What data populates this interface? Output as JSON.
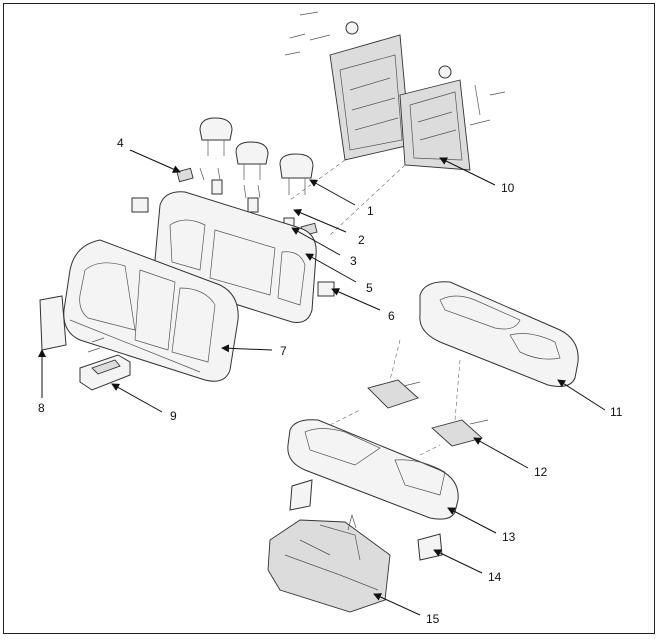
{
  "diagram": {
    "callouts": [
      {
        "id": "c1",
        "label": "1"
      },
      {
        "id": "c2",
        "label": "2"
      },
      {
        "id": "c3",
        "label": "3"
      },
      {
        "id": "c4",
        "label": "4"
      },
      {
        "id": "c5",
        "label": "5"
      },
      {
        "id": "c6",
        "label": "6"
      },
      {
        "id": "c7",
        "label": "7"
      },
      {
        "id": "c8",
        "label": "8"
      },
      {
        "id": "c9",
        "label": "9"
      },
      {
        "id": "c10",
        "label": "10"
      },
      {
        "id": "c11",
        "label": "11"
      },
      {
        "id": "c12",
        "label": "12"
      },
      {
        "id": "c13",
        "label": "13"
      },
      {
        "id": "c14",
        "label": "14"
      },
      {
        "id": "c15",
        "label": "15"
      }
    ],
    "colors": {
      "line": "#333333",
      "fill": "#f4f4f4",
      "shade": "#dcdcdc"
    }
  }
}
